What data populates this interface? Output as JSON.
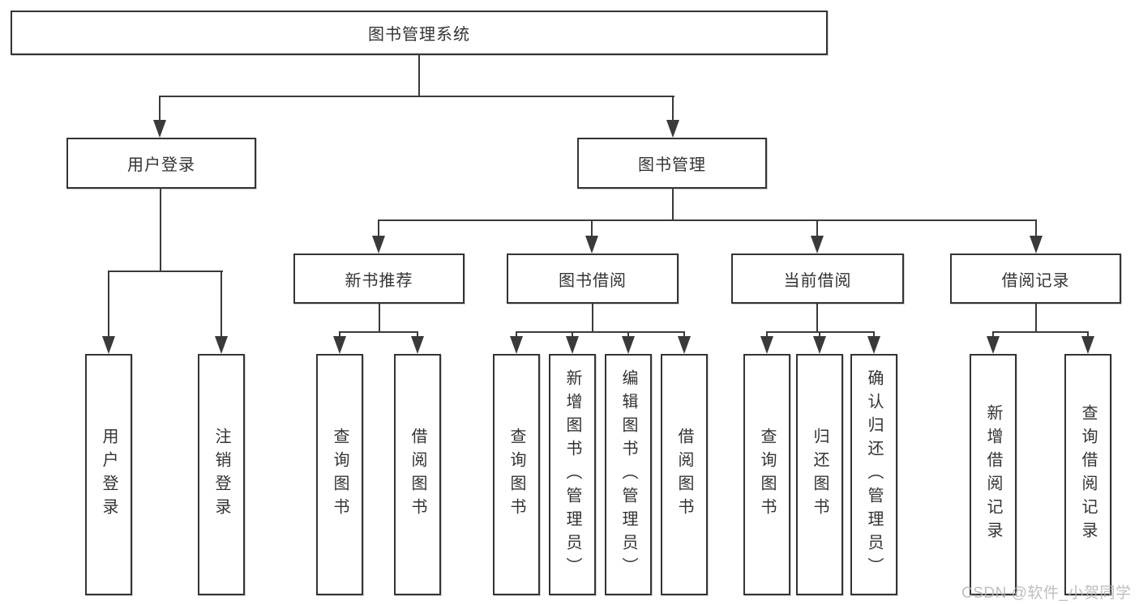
{
  "tree": {
    "root": "图书管理系统",
    "branches": [
      {
        "label": "用户登录",
        "children": [
          "用户登录",
          "注销登录"
        ]
      },
      {
        "label": "图书管理",
        "children": [
          {
            "label": "新书推荐",
            "children": [
              "查询图书",
              "借阅图书"
            ]
          },
          {
            "label": "图书借阅",
            "children": [
              "查询图书",
              "新增图书（管理员）",
              "编辑图书（管理员）",
              "借阅图书"
            ]
          },
          {
            "label": "当前借阅",
            "children": [
              "查询图书",
              "归还图书",
              "确认归还（管理员）"
            ]
          },
          {
            "label": "借阅记录",
            "children": [
              "新增借阅记录",
              "查询借阅记录"
            ]
          }
        ]
      }
    ]
  },
  "watermark": "CSDN @软件_小贺同学",
  "colors": {
    "line": "#3a3a3a",
    "border": "#343434",
    "text": "#333333",
    "watermark": "#b3b3b3",
    "background": "#ffffff"
  }
}
